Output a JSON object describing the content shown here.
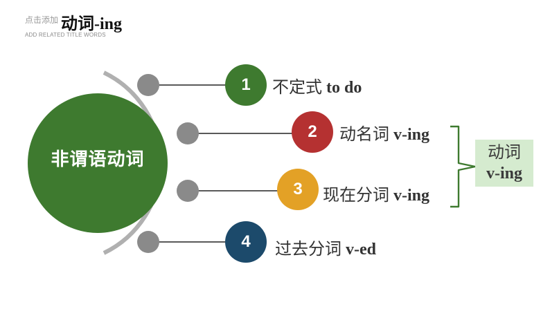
{
  "header": {
    "subtitle": "点击添加",
    "subtitle_en": "ADD RELATED TITLE WORDS",
    "title": "动词-ing"
  },
  "main_circle": {
    "label": "非谓语动词",
    "color": "#3e7a2f"
  },
  "items": [
    {
      "num": "1",
      "term": "不定式",
      "form": "to do",
      "color": "#3e7a2f"
    },
    {
      "num": "2",
      "term": "动名词",
      "form": "v-ing",
      "color": "#b53131"
    },
    {
      "num": "3",
      "term": "现在分词",
      "form": "v-ing",
      "color": "#e3a126"
    },
    {
      "num": "4",
      "term": "过去分词",
      "form": "v-ed",
      "color": "#1c4a6b"
    }
  ],
  "summary": {
    "line1": "动词",
    "line2": "v-ing",
    "bg": "#d5ebcf",
    "bracket_color": "#3e7a2f"
  },
  "colors": {
    "arc": "#b0b0b0",
    "connector_dot": "#8a8a8a",
    "connector_line": "#222222"
  }
}
